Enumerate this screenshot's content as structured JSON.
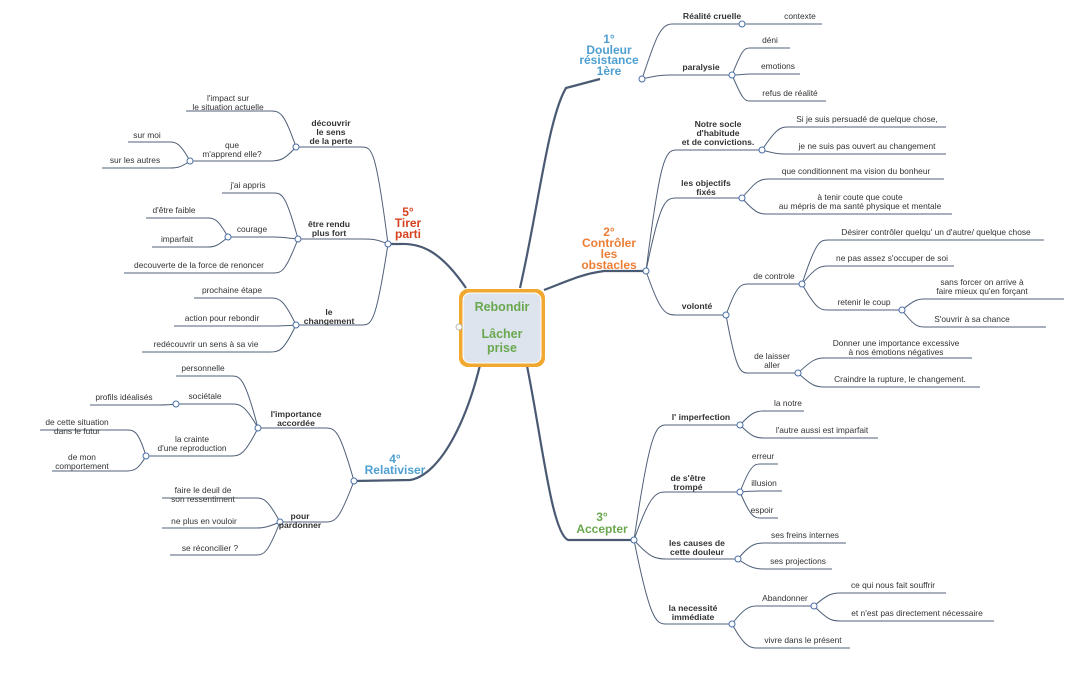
{
  "center": {
    "line1": "Rebondir",
    "line2": "Lâcher",
    "line3": "prise"
  },
  "colors": {
    "blue": "#4e9fd2",
    "orange": "#ec7d34",
    "green": "#6aa84f",
    "red": "#d6421f",
    "line": "#4a5a72"
  },
  "b1": {
    "title": [
      "1°",
      "Douleur",
      "résistance",
      "1ère"
    ],
    "n1": "Réalité cruelle",
    "n1a": "contexte",
    "n2": "paralysie",
    "n2a": "déni",
    "n2b": "emotions",
    "n2c": "refus de réalité"
  },
  "b2": {
    "title": [
      "2°",
      "Contrôler",
      "les",
      "obstacles"
    ],
    "n1": [
      "Notre socle",
      "d'habitude",
      "et de convictions."
    ],
    "n1a": "Si je suis persuadé de quelque chose,",
    "n1b": "je ne suis pas ouvert au changement",
    "n2": [
      "les objectifs",
      "fixés"
    ],
    "n2a": "que conditionnent ma vision du bonheur",
    "n2b": [
      "à tenir coute que coute",
      "au mépris de ma santé physique et mentale"
    ],
    "n3": "volonté",
    "n3a": "de controle",
    "n3a1": "Désirer contrôler quelqu' un d'autre/ quelque chose",
    "n3a2": "ne pas assez s'occuper de soi",
    "n3a3": "retenir le coup",
    "n3a3a": [
      "sans forcer on arrive à",
      "faire mieux qu'en forçant"
    ],
    "n3a3b": "S'ouvrir à sa chance",
    "n3b": [
      "de laisser",
      "aller"
    ],
    "n3b1": [
      "Donner une importance excessive",
      "à nos émotions négatives"
    ],
    "n3b2": "Craindre la rupture, le changement."
  },
  "b3": {
    "title": [
      "3°",
      "Accepter"
    ],
    "n1": "l' imperfection",
    "n1a": "la notre",
    "n1b": "l'autre aussi est imparfait",
    "n2": [
      "de s'être",
      "trompé"
    ],
    "n2a": "erreur",
    "n2b": "illusion",
    "n2c": "espoir",
    "n3": [
      "les causes de",
      "cette douleur"
    ],
    "n3a": "ses freins internes",
    "n3b": "ses projections",
    "n4": [
      "la necessité",
      "immédiate"
    ],
    "n4a": "Abandonner",
    "n4a1": "ce qui nous fait souffrir",
    "n4a2": "et n'est pas directement nécessaire",
    "n4b": "vivre dans le présent"
  },
  "b4": {
    "title": [
      "4°",
      "Relativiser"
    ],
    "n1": [
      "l'importance",
      "accordée"
    ],
    "n1a": "personnelle",
    "n1b": "sociétale",
    "n1b1": "profils idéalisés",
    "n1c": [
      "la crainte",
      "d'une reproduction"
    ],
    "n1c1": [
      "de cette situation",
      "dans le futur"
    ],
    "n1c2": [
      "de mon",
      "comportement"
    ],
    "n2": [
      "pour",
      "pardonner"
    ],
    "n2a": [
      "faire le deuil de",
      "son ressentiment"
    ],
    "n2b": "ne plus en vouloir",
    "n2c": "se réconcilier ?"
  },
  "b5": {
    "title": [
      "5°",
      "Tirer",
      "parti"
    ],
    "n1": [
      "découvrir",
      "le sens",
      "de la perte"
    ],
    "n1a": [
      "l'impact sur",
      "le situation actuelle"
    ],
    "n1b": [
      "que",
      "m'apprend elle?"
    ],
    "n1b1": "sur moi",
    "n1b2": "sur les autres",
    "n2": [
      "être rendu",
      "plus fort"
    ],
    "n2a": "j'ai appris",
    "n2b": "courage",
    "n2b1": "d'être faible",
    "n2b2": "imparfait",
    "n2c": "decouverte de la force de renoncer",
    "n3": [
      "le",
      "changement"
    ],
    "n3a": "prochaine étape",
    "n3b": "action pour rebondir",
    "n3c": "redécouvrir un sens à sa vie"
  }
}
